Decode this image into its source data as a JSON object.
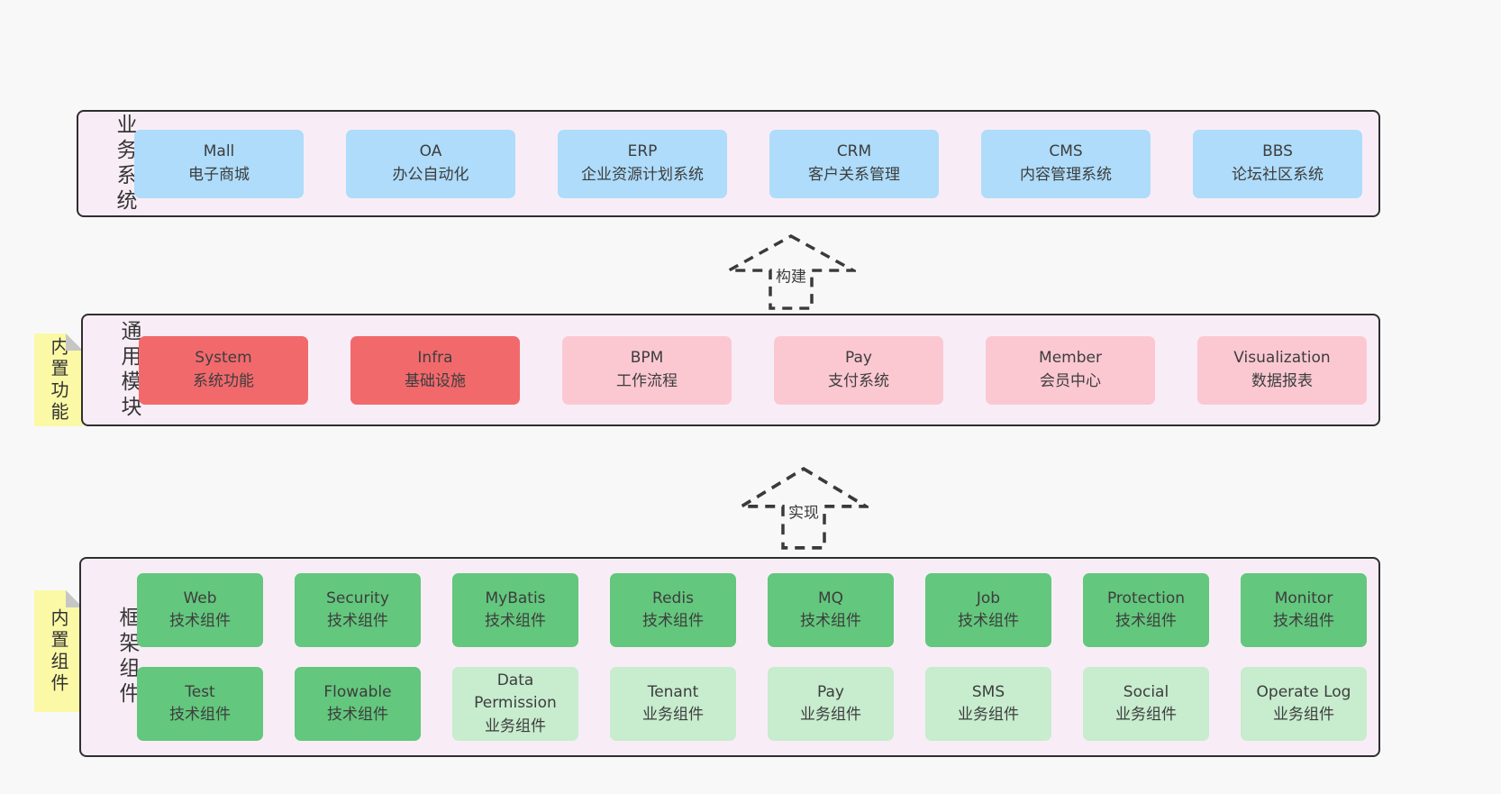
{
  "colors": {
    "page-bg": "#f8f8f8",
    "container-bg": "#f8edf6",
    "container-border": "#2f2f2f",
    "box-blue": "#aedcfa",
    "box-red": "#f2696c",
    "box-pink": "#fbc8d2",
    "box-green": "#63c77d",
    "box-green-light": "#c7ecce",
    "note-yellow": "#fbf9a6",
    "note-fold": "#c6c6c6",
    "text": "#3d3d3d"
  },
  "arrows": {
    "build": "构建",
    "implement": "实现"
  },
  "sections": {
    "business": {
      "label": "业务系统",
      "boxes": [
        {
          "name": "Mall",
          "desc": "电子商城"
        },
        {
          "name": "OA",
          "desc": "办公自动化"
        },
        {
          "name": "ERP",
          "desc": "企业资源计划系统"
        },
        {
          "name": "CRM",
          "desc": "客户关系管理"
        },
        {
          "name": "CMS",
          "desc": "内容管理系统"
        },
        {
          "name": "BBS",
          "desc": "论坛社区系统"
        }
      ]
    },
    "modules": {
      "label": "通用模块",
      "note": "内置功能",
      "boxes": [
        {
          "name": "System",
          "desc": "系统功能"
        },
        {
          "name": "Infra",
          "desc": "基础设施"
        },
        {
          "name": "BPM",
          "desc": "工作流程"
        },
        {
          "name": "Pay",
          "desc": "支付系统"
        },
        {
          "name": "Member",
          "desc": "会员中心"
        },
        {
          "name": "Visualization",
          "desc": "数据报表"
        }
      ]
    },
    "framework": {
      "label": "框架组件",
      "note": "内置组件",
      "row1": [
        {
          "name": "Web",
          "desc": "技术组件"
        },
        {
          "name": "Security",
          "desc": "技术组件"
        },
        {
          "name": "MyBatis",
          "desc": "技术组件"
        },
        {
          "name": "Redis",
          "desc": "技术组件"
        },
        {
          "name": "MQ",
          "desc": "技术组件"
        },
        {
          "name": "Job",
          "desc": "技术组件"
        },
        {
          "name": "Protection",
          "desc": "技术组件"
        },
        {
          "name": "Monitor",
          "desc": "技术组件"
        }
      ],
      "row2": [
        {
          "name": "Test",
          "desc": "技术组件"
        },
        {
          "name": "Flowable",
          "desc": "技术组件"
        },
        {
          "name": "Data Permission",
          "desc": "业务组件"
        },
        {
          "name": "Tenant",
          "desc": "业务组件"
        },
        {
          "name": "Pay",
          "desc": "业务组件"
        },
        {
          "name": "SMS",
          "desc": "业务组件"
        },
        {
          "name": "Social",
          "desc": "业务组件"
        },
        {
          "name": "Operate Log",
          "desc": "业务组件"
        }
      ]
    }
  }
}
